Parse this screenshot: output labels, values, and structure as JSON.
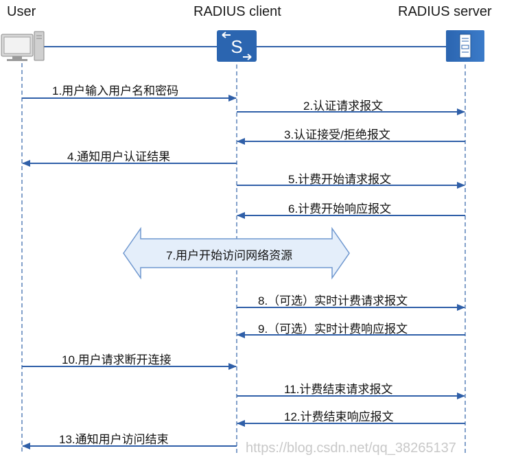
{
  "actors": {
    "user": "User",
    "client": "RADIUS client",
    "server": "RADIUS server"
  },
  "messages": [
    {
      "label": "1.用户输入用户名和密码",
      "from": "user",
      "to": "client"
    },
    {
      "label": "2.认证请求报文",
      "from": "client",
      "to": "server"
    },
    {
      "label": "3.认证接受/拒绝报文",
      "from": "server",
      "to": "client"
    },
    {
      "label": "4.通知用户认证结果",
      "from": "client",
      "to": "user"
    },
    {
      "label": "5.计费开始请求报文",
      "from": "client",
      "to": "server"
    },
    {
      "label": "6.计费开始响应报文",
      "from": "server",
      "to": "client"
    },
    {
      "label": "7.用户开始访问网络资源",
      "from": "user",
      "to": "server",
      "style": "double-arrow"
    },
    {
      "label": "8.（可选）实时计费请求报文",
      "from": "client",
      "to": "server"
    },
    {
      "label": "9.（可选）实时计费响应报文",
      "from": "server",
      "to": "client"
    },
    {
      "label": "10.用户请求断开连接",
      "from": "user",
      "to": "client"
    },
    {
      "label": "11.计费结束请求报文",
      "from": "client",
      "to": "server"
    },
    {
      "label": "12.计费结束响应报文",
      "from": "server",
      "to": "client"
    },
    {
      "label": "13.通知用户访问结束",
      "from": "client",
      "to": "user"
    }
  ],
  "watermark": "https://blog.csdn.net/qq_38265137",
  "colors": {
    "arrow": "#2f5fa8",
    "lifeline": "#4d78b4",
    "band_fill": "#e4eefa",
    "band_stroke": "#6e97cf",
    "device": "#2b65b0"
  },
  "icons": {
    "user": "computer-icon",
    "client": "switch-icon",
    "server": "server-icon"
  }
}
